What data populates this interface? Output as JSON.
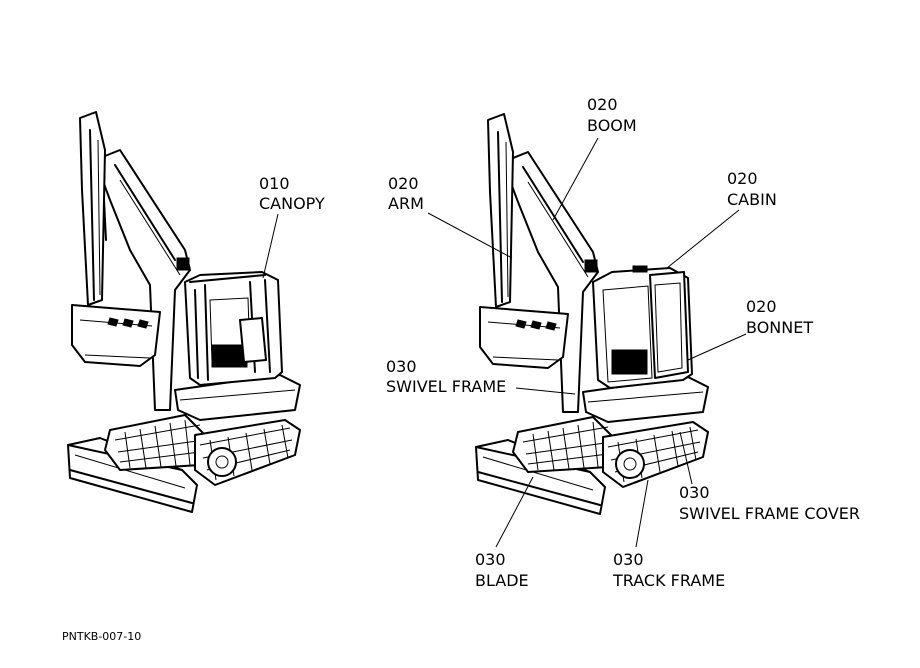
{
  "labels": {
    "canopy": {
      "code": "010",
      "name": "CANOPY"
    },
    "boom": {
      "code": "020",
      "name": "BOOM"
    },
    "arm": {
      "code": "020",
      "name": "ARM"
    },
    "cabin": {
      "code": "020",
      "name": "CABIN"
    },
    "bonnet": {
      "code": "020",
      "name": "BONNET"
    },
    "swivel_frame": {
      "code": "030",
      "name": "SWIVEL FRAME"
    },
    "swivel_frame_cover": {
      "code": "030",
      "name": "SWIVEL FRAME COVER"
    },
    "blade": {
      "code": "030",
      "name": "BLADE"
    },
    "track_frame": {
      "code": "030",
      "name": "TRACK FRAME"
    }
  },
  "figure_code": "PNTKB-007-10"
}
